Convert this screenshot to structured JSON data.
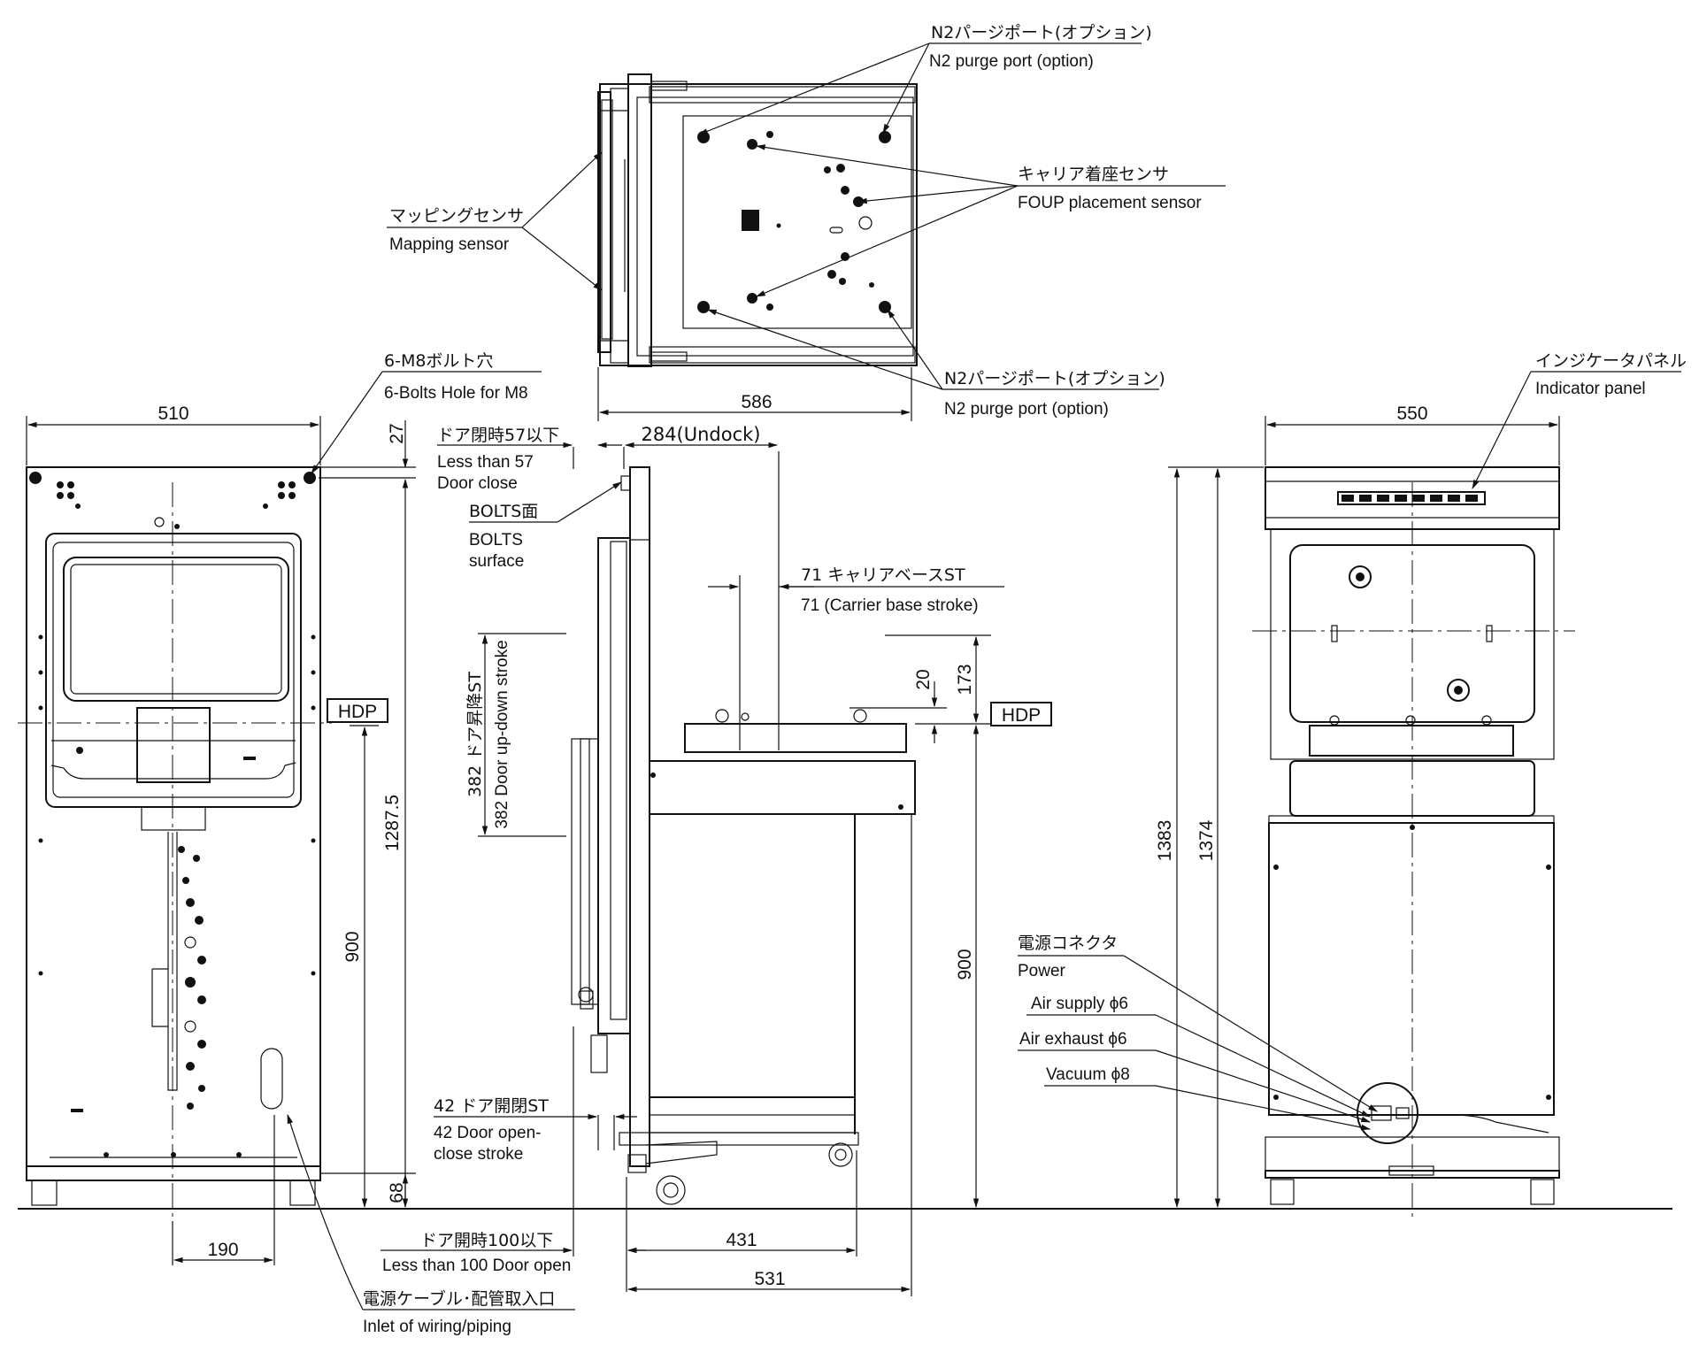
{
  "top_view": {
    "n2_purge_top_ja": "N2パージポート(オプション)",
    "n2_purge_top_en": "N2 purge port (option)",
    "foup_sensor_ja": "キャリア着座センサ",
    "foup_sensor_en": "FOUP placement sensor",
    "mapping_sensor_ja": "マッピングセンサ",
    "mapping_sensor_en": "Mapping sensor",
    "n2_purge_bottom_ja": "N2パージポート(オプション)",
    "n2_purge_bottom_en": "N2 purge port (option)",
    "width_dim": "586"
  },
  "front_view": {
    "bolt_hole_ja": "6-M8ボルト穴",
    "bolt_hole_en": "6-Bolts Hole for M8",
    "width_dim": "510",
    "top_offset_dim": "27",
    "height_dim": "1287.5",
    "hdp_height_dim": "900",
    "base_dim": "68",
    "inlet_offset_dim": "190",
    "hdp_label": "HDP",
    "inlet_ja": "電源ケーブル･配管取入口",
    "inlet_en": "Inlet of wiring/piping"
  },
  "side_view": {
    "door_close_ja": "ドア閉時57以下",
    "door_close_en_1": "Less than 57",
    "door_close_en_2": "Door close",
    "undock_dim": "284(Undock)",
    "bolts_ja": "BOLTS面",
    "bolts_en_1": "BOLTS",
    "bolts_en_2": "surface",
    "carrier_stroke_ja": "71 キャリアベースST",
    "carrier_stroke_en": "71 (Carrier base stroke)",
    "updown_ja": "382 ドア昇降ST",
    "updown_en": "382 Door up-down stroke",
    "dim_20": "20",
    "dim_173": "173",
    "hdp_label": "HDP",
    "hdp_height_dim": "900",
    "door_stroke_ja": "42 ドア開閉ST",
    "door_stroke_en_1": "42 Door open-",
    "door_stroke_en_2": "close stroke",
    "door_open_ja": "ドア開時100以下",
    "door_open_en": "Less than 100 Door open",
    "depth_431": "431",
    "depth_531": "531"
  },
  "rear_view": {
    "indicator_ja": "インジケータパネル",
    "indicator_en": "Indicator panel",
    "width_dim": "550",
    "height_1383": "1383",
    "height_1374": "1374",
    "power_ja": "電源コネクタ",
    "power_en": "Power",
    "air_supply": "Air supply ϕ6",
    "air_exhaust": "Air exhaust ϕ6",
    "vacuum": "Vacuum ϕ8"
  }
}
